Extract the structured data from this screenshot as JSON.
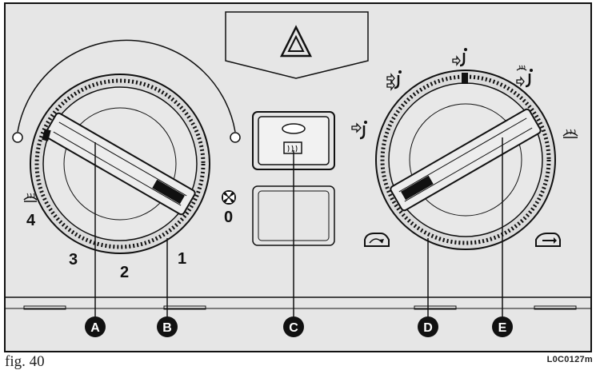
{
  "figure": {
    "caption": "fig. 40",
    "code": "L0C0127m"
  },
  "fan_dial": {
    "positions": [
      "0",
      "1",
      "2",
      "3",
      "4"
    ],
    "icons": [
      "fan-icon",
      "windscreen-demist-icon"
    ]
  },
  "airflow_dial": {
    "icons": [
      "face-vent-icon",
      "face-feet-vent-icon",
      "feet-vent-icon",
      "feet-demist-icon",
      "windscreen-demist-icon"
    ]
  },
  "recirc_control": {
    "icons": [
      "recirculation-icon",
      "fresh-air-icon"
    ]
  },
  "rear_demist_button": {
    "icon": "rear-window-heater-icon"
  },
  "hazard_button": {
    "icon": "hazard-triangle-icon"
  },
  "callouts": [
    "A",
    "B",
    "C",
    "D",
    "E"
  ],
  "colors": {
    "panel": "#e8e8e8",
    "ink": "#111111"
  }
}
